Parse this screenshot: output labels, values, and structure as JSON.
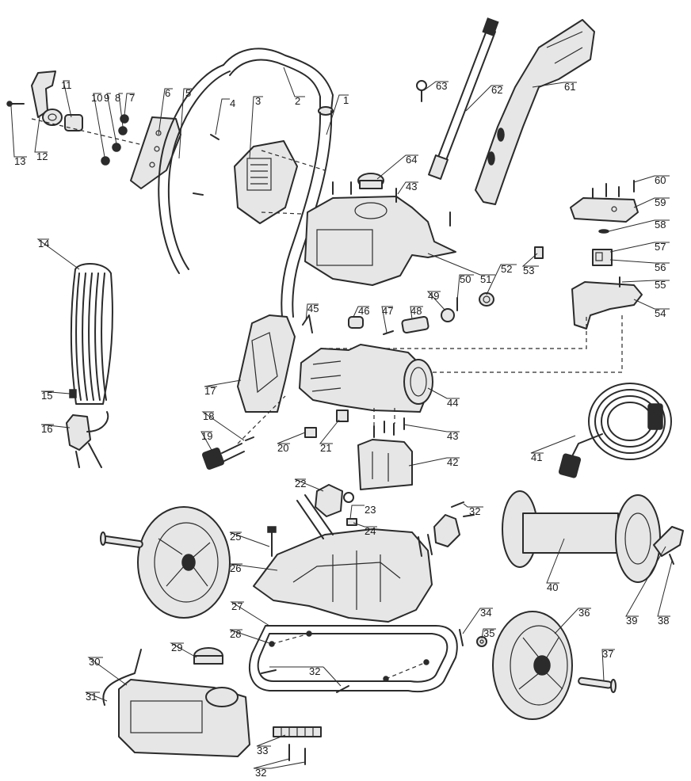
{
  "diagram": {
    "labels": [
      "1",
      "2",
      "3",
      "4",
      "5",
      "6",
      "7",
      "8",
      "9",
      "10",
      "11",
      "12",
      "13",
      "14",
      "15",
      "16",
      "17",
      "18",
      "19",
      "20",
      "21",
      "22",
      "23",
      "24",
      "25",
      "26",
      "27",
      "28",
      "29",
      "30",
      "31",
      "32",
      "33",
      "34",
      "35",
      "36",
      "37",
      "38",
      "39",
      "40",
      "41",
      "42",
      "43",
      "44",
      "45",
      "46",
      "47",
      "48",
      "49",
      "50",
      "51",
      "52",
      "53",
      "54",
      "55",
      "56",
      "57",
      "58",
      "59",
      "60",
      "61",
      "62",
      "63",
      "64"
    ]
  }
}
